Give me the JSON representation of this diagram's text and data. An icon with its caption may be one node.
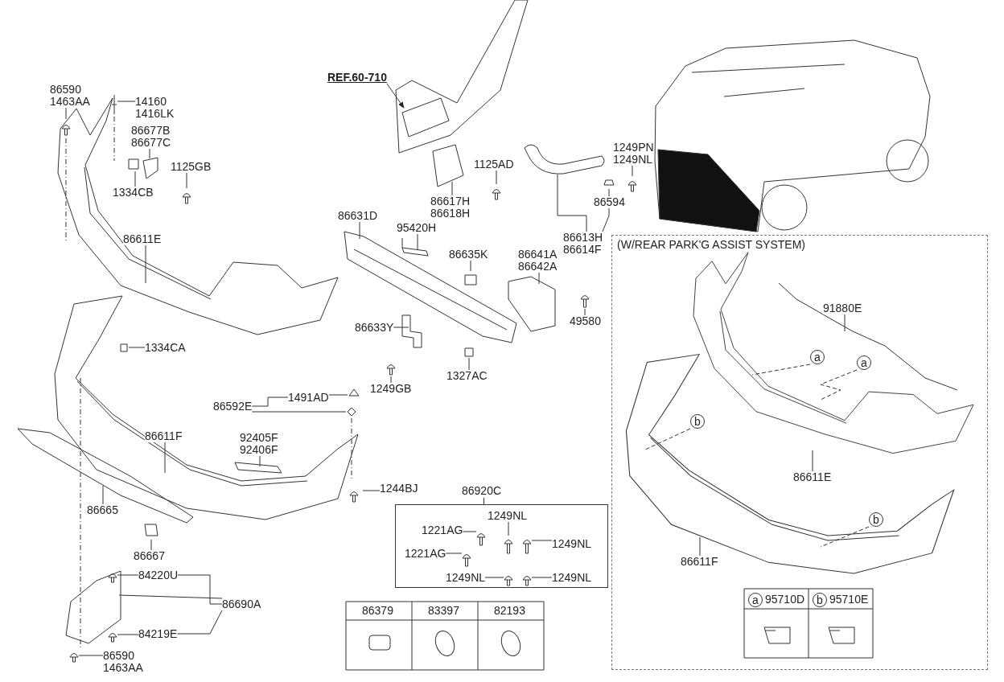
{
  "diagram": {
    "nodes": [
      {
        "text": [
          "REF.60-710"
        ]
      },
      {
        "text": [
          "86590",
          "1463AA"
        ]
      },
      {
        "text": [
          "14160",
          "1416LK"
        ]
      },
      {
        "text": [
          "86677B",
          "86677C"
        ]
      },
      {
        "text": [
          "1125GB"
        ]
      },
      {
        "text": [
          "1334CB"
        ]
      },
      {
        "text": [
          "86617H",
          "86618H"
        ]
      },
      {
        "text": [
          "1125AD"
        ]
      },
      {
        "text": [
          "1249PN",
          "1249NL"
        ]
      },
      {
        "text": [
          "86594"
        ]
      },
      {
        "text": [
          "86613H",
          "86614F"
        ]
      },
      {
        "text": [
          "86611E"
        ]
      },
      {
        "text": [
          "86631D"
        ]
      },
      {
        "text": [
          "95420H"
        ]
      },
      {
        "text": [
          "86635K"
        ]
      },
      {
        "text": [
          "86641A",
          "86642A"
        ]
      },
      {
        "text": [
          "49580"
        ]
      },
      {
        "text": [
          "86633Y"
        ]
      },
      {
        "text": [
          "1249GB"
        ]
      },
      {
        "text": [
          "1327AC"
        ]
      },
      {
        "text": [
          "1334CA"
        ]
      },
      {
        "text": [
          "86592E"
        ]
      },
      {
        "text": [
          "1491AD"
        ]
      },
      {
        "text": [
          "86611F"
        ]
      },
      {
        "text": [
          "92405F",
          "92406F"
        ]
      },
      {
        "text": [
          "1244BJ"
        ]
      },
      {
        "text": [
          "86665"
        ]
      },
      {
        "text": [
          "86667"
        ]
      },
      {
        "text": [
          "86920C"
        ]
      },
      {
        "text": [
          "1249NL"
        ],
        "in": 28
      },
      {
        "text": [
          "1221AG"
        ],
        "in": 28
      },
      {
        "text": [
          "1249NL"
        ],
        "in": 28
      },
      {
        "text": [
          "1221AG"
        ],
        "in": 28
      },
      {
        "text": [
          "1249NL"
        ],
        "in": 28
      },
      {
        "text": [
          "1249NL"
        ],
        "in": 28
      },
      {
        "text": [
          "84220U"
        ]
      },
      {
        "text": [
          "86690A"
        ]
      },
      {
        "text": [
          "84219E"
        ]
      },
      {
        "text": [
          "86590",
          "1463AA"
        ]
      },
      {
        "text": [
          "(W/REAR PARK'G ASSIST SYSTEM)"
        ]
      },
      {
        "text": [
          "91880E"
        ],
        "in": 39
      },
      {
        "text": [
          "a"
        ],
        "in": 39
      },
      {
        "text": [
          "a"
        ],
        "in": 39
      },
      {
        "text": [
          "86611E"
        ],
        "in": 39
      },
      {
        "text": [
          "b"
        ],
        "in": 39
      },
      {
        "text": [
          "b"
        ],
        "in": 39
      },
      {
        "text": [
          "86611F"
        ],
        "in": 39
      },
      {
        "text": [
          "a"
        ],
        "in": 39,
        "beside": [
          "95710D"
        ]
      },
      {
        "text": [
          "b"
        ],
        "in": 39,
        "beside": [
          "95710E"
        ]
      }
    ],
    "edges": [
      {
        "from": 0,
        "to": null,
        "arrow": "to"
      },
      {
        "from": 1,
        "to": null,
        "arrow": "none"
      },
      {
        "from": 2,
        "to": null,
        "arrow": "none"
      },
      {
        "from": 3,
        "to": null,
        "arrow": "none"
      },
      {
        "from": 4,
        "to": null,
        "arrow": "none"
      },
      {
        "from": 5,
        "to": null,
        "arrow": "none"
      },
      {
        "from": 6,
        "to": null,
        "arrow": "none"
      },
      {
        "from": 7,
        "to": null,
        "arrow": "none"
      },
      {
        "from": 8,
        "to": null,
        "arrow": "none"
      },
      {
        "from": 9,
        "to": null,
        "arrow": "none"
      },
      {
        "from": 10,
        "to": null,
        "arrow": "none"
      },
      {
        "from": 10,
        "to": 9,
        "arrow": "none"
      },
      {
        "from": 11,
        "to": null,
        "arrow": "none"
      },
      {
        "from": 12,
        "to": null,
        "arrow": "none"
      },
      {
        "from": 13,
        "to": null,
        "arrow": "none"
      },
      {
        "from": 14,
        "to": null,
        "arrow": "none"
      },
      {
        "from": 15,
        "to": null,
        "arrow": "none"
      },
      {
        "from": 16,
        "to": null,
        "arrow": "none"
      },
      {
        "from": 17,
        "to": null,
        "arrow": "none"
      },
      {
        "from": 18,
        "to": null,
        "arrow": "none"
      },
      {
        "from": 19,
        "to": null,
        "arrow": "none"
      },
      {
        "from": 20,
        "to": null,
        "arrow": "none"
      },
      {
        "from": 21,
        "to": 22,
        "arrow": "none"
      },
      {
        "from": 21,
        "to": null,
        "arrow": "none"
      },
      {
        "from": 22,
        "to": null,
        "arrow": "none"
      },
      {
        "from": 23,
        "to": null,
        "arrow": "none"
      },
      {
        "from": 24,
        "to": null,
        "arrow": "none"
      },
      {
        "from": 25,
        "to": null,
        "arrow": "none"
      },
      {
        "from": 26,
        "to": null,
        "arrow": "none"
      },
      {
        "from": 27,
        "to": null,
        "arrow": "none"
      },
      {
        "from": 29,
        "to": null,
        "arrow": "none"
      },
      {
        "from": 30,
        "to": null,
        "arrow": "none"
      },
      {
        "from": 31,
        "to": null,
        "arrow": "none"
      },
      {
        "from": 32,
        "to": null,
        "arrow": "none"
      },
      {
        "from": 33,
        "to": null,
        "arrow": "none"
      },
      {
        "from": 34,
        "to": null,
        "arrow": "none"
      },
      {
        "from": 35,
        "to": null,
        "arrow": "none"
      },
      {
        "from": 36,
        "to": 35,
        "arrow": "none"
      },
      {
        "from": 36,
        "to": 37,
        "arrow": "none"
      },
      {
        "from": 36,
        "to": null,
        "arrow": "none"
      },
      {
        "from": 37,
        "to": null,
        "arrow": "none"
      },
      {
        "from": 38,
        "to": null,
        "arrow": "none"
      },
      {
        "from": 40,
        "to": null,
        "arrow": "none"
      },
      {
        "from": 41,
        "to": null,
        "arrow": "none",
        "style": "dashed"
      },
      {
        "from": 42,
        "to": null,
        "arrow": "none",
        "style": "dashed"
      },
      {
        "from": 43,
        "to": null,
        "arrow": "none"
      },
      {
        "from": 44,
        "to": null,
        "arrow": "none",
        "style": "dashed"
      },
      {
        "from": 45,
        "to": null,
        "arrow": "none",
        "style": "dashed"
      },
      {
        "from": 46,
        "to": null,
        "arrow": "none"
      }
    ],
    "labels": [
      "86379",
      "83397",
      "82193"
    ]
  }
}
